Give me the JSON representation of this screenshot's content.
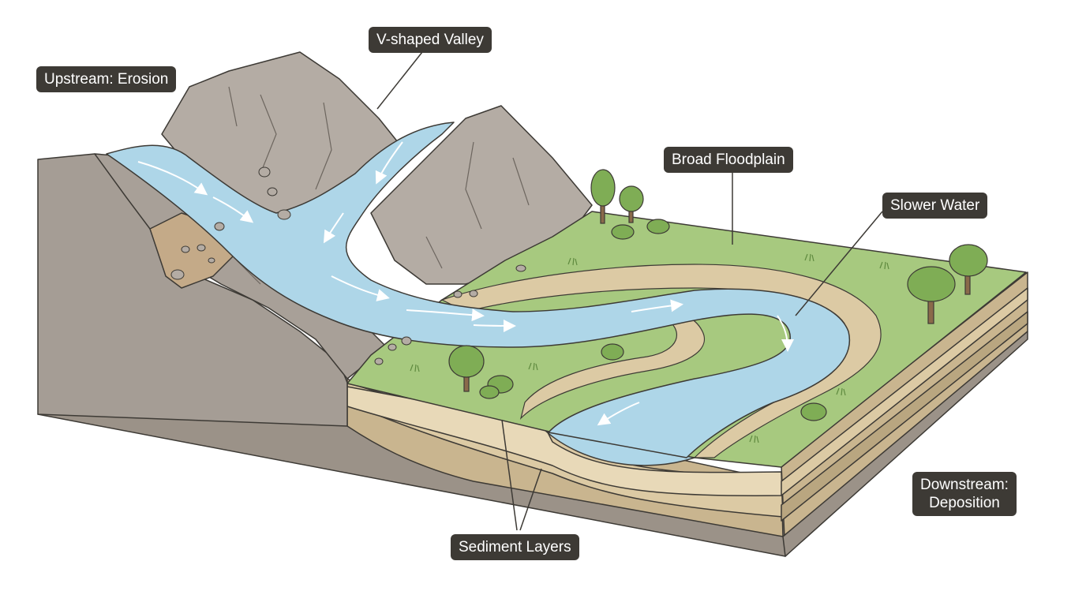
{
  "labels": {
    "upstream": "Upstream: Erosion",
    "v_valley": "V-shaped Valley",
    "floodplain": "Broad Floodplain",
    "slower_water": "Slower Water",
    "downstream_line1": "Downstream:",
    "downstream_line2": "Deposition",
    "sediment": "Sediment Layers"
  },
  "colors": {
    "rock": "#b4aca4",
    "rock_dark": "#8f8880",
    "cliff": "#a59d95",
    "grass": "#a7c97f",
    "water": "#aed6e8",
    "sand": "#dccaa4",
    "soil_dark": "#9b9288",
    "label_bg": "#3d3a35",
    "tree": "#7fad55",
    "trunk": "#8a6a4a"
  },
  "icons": [
    "tree-icon",
    "bush-icon",
    "rock-icon",
    "flow-arrow-icon"
  ]
}
